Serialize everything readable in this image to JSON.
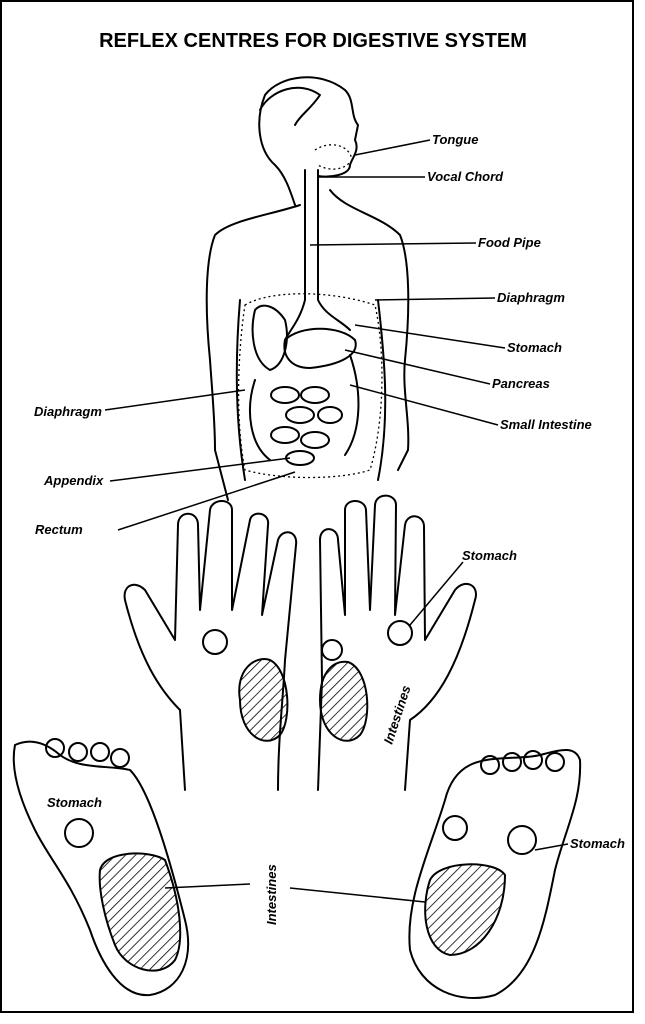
{
  "title": "REFLEX CENTRES FOR DIGESTIVE SYSTEM",
  "body_labels": {
    "tongue": "Tongue",
    "vocal_chord": "Vocal Chord",
    "food_pipe": "Food Pipe",
    "diaphragm_right": "Diaphragm",
    "stomach": "Stomach",
    "pancreas": "Pancreas",
    "small_intestine": "Small Intestine",
    "diaphragm_left": "Diaphragm",
    "appendix": "Appendix",
    "rectum": "Rectum"
  },
  "hand_labels": {
    "stomach": "Stomach",
    "intestines": "Intestines"
  },
  "foot_labels": {
    "stomach_left": "Stomach",
    "intestines": "Intestines",
    "stomach_right": "Stomach"
  }
}
